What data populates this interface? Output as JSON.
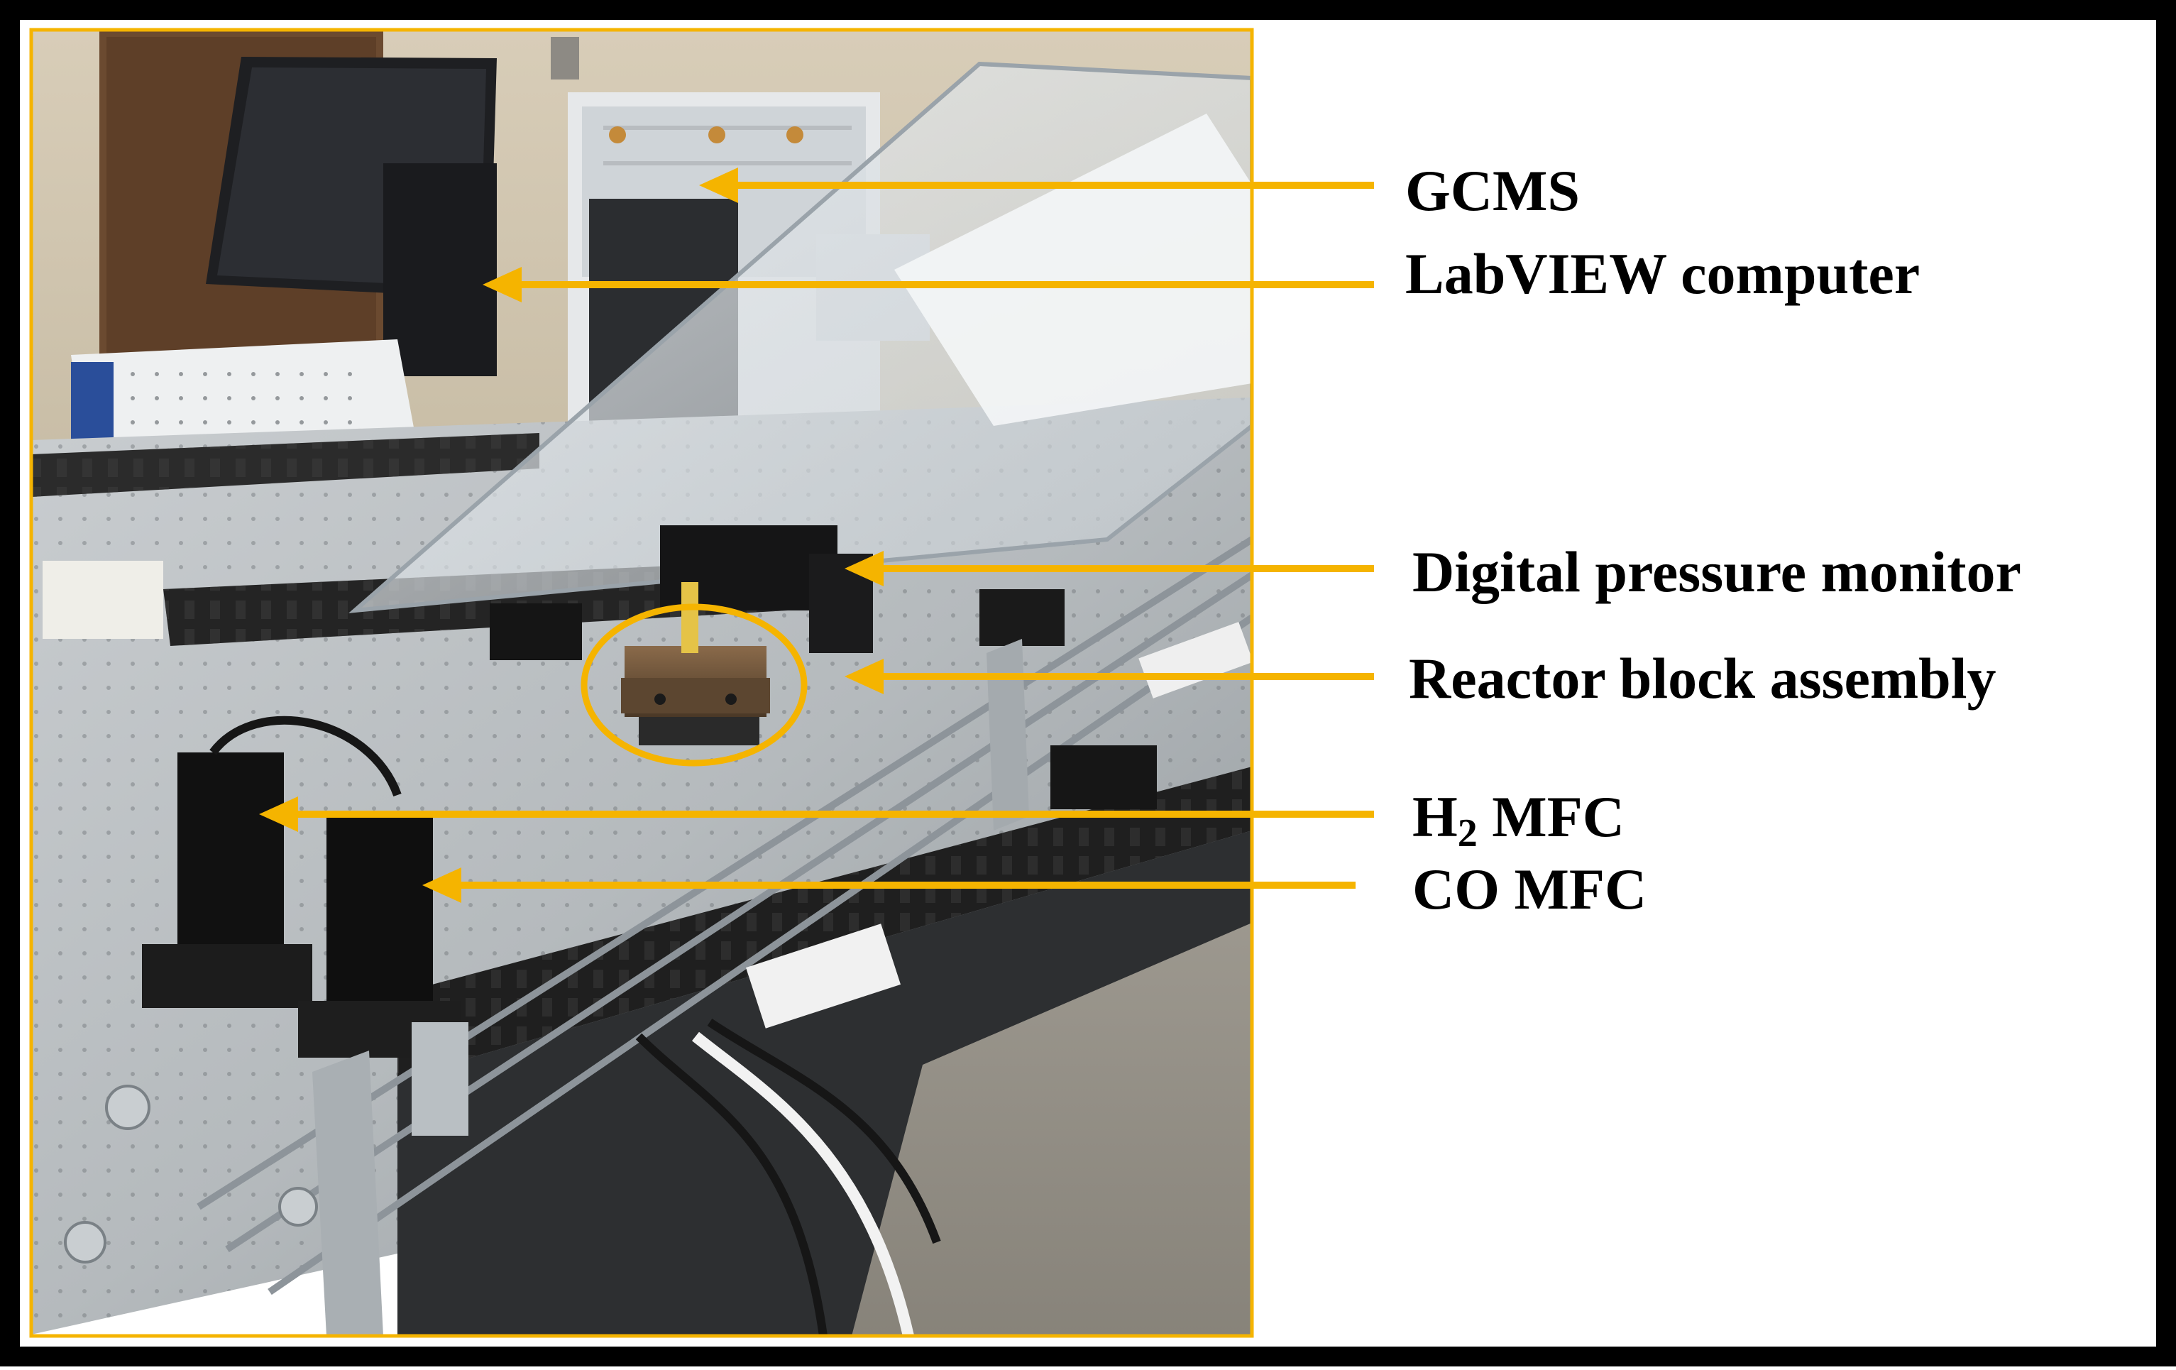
{
  "figure": {
    "annotation_color": "#F5B400",
    "border_color": "#000000",
    "labels": {
      "gcms": "GCMS",
      "labview": "LabVIEW computer",
      "pressure": "Digital pressure monitor",
      "reactor": "Reactor block assembly",
      "h2_prefix": "H",
      "h2_sub": "2",
      "h2_suffix": " MFC",
      "co": "CO MFC"
    }
  }
}
